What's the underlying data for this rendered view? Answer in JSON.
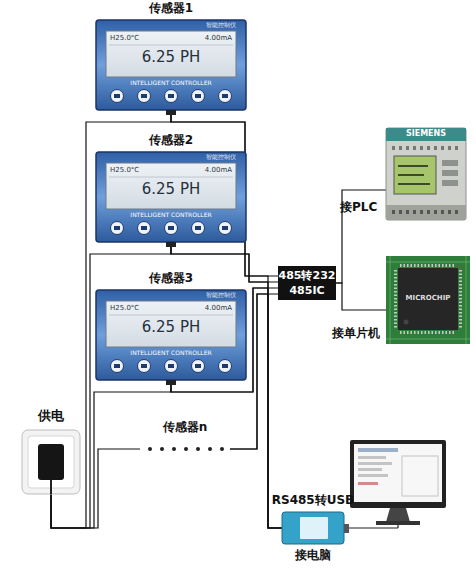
{
  "diagram": {
    "nodes": [
      {
        "text": [
          "传感器1",
          "智能控制仪",
          "H25.0°C",
          "4.00mA",
          "6.25 PH",
          "INTELLIGENT CONTROLLER"
        ]
      },
      {
        "text": [
          "传感器2",
          "智能控制仪",
          "H25.0°C",
          "4.00mA",
          "6.25 PH",
          "INTELLIGENT CONTROLLER"
        ]
      },
      {
        "text": [
          "传感器3",
          "智能控制仪",
          "H25.0°C",
          "4.00mA",
          "6.25 PH",
          "INTELLIGENT CONTROLLER"
        ]
      },
      {
        "text": [
          "传感器n"
        ]
      },
      {
        "text": [
          "供电"
        ]
      },
      {
        "text": [
          "485转232",
          "485IC"
        ]
      },
      {
        "text": [
          "接PLC",
          "SIEMENS"
        ]
      },
      {
        "text": [
          "接单片机",
          "MICROCHIP"
        ]
      },
      {
        "text": [
          "RS485转USB",
          "接电脑"
        ]
      }
    ],
    "edges": [
      {
        "from": 4,
        "to": 0,
        "arrow": "none"
      },
      {
        "from": 4,
        "to": 1,
        "arrow": "none"
      },
      {
        "from": 4,
        "to": 2,
        "arrow": "none"
      },
      {
        "from": 4,
        "to": 3,
        "arrow": "none"
      },
      {
        "from": 0,
        "to": 5,
        "arrow": "none"
      },
      {
        "from": 1,
        "to": 5,
        "arrow": "none"
      },
      {
        "from": 2,
        "to": 5,
        "arrow": "none"
      },
      {
        "from": 3,
        "to": 5,
        "arrow": "none"
      },
      {
        "from": 5,
        "to": 6,
        "arrow": "none"
      },
      {
        "from": 5,
        "to": 7,
        "arrow": "none"
      },
      {
        "from": 0,
        "to": 8,
        "arrow": "none"
      },
      {
        "from": 1,
        "to": 8,
        "arrow": "none"
      },
      {
        "from": 2,
        "to": 8,
        "arrow": "none"
      },
      {
        "from": 3,
        "to": 8,
        "arrow": "none"
      }
    ]
  }
}
